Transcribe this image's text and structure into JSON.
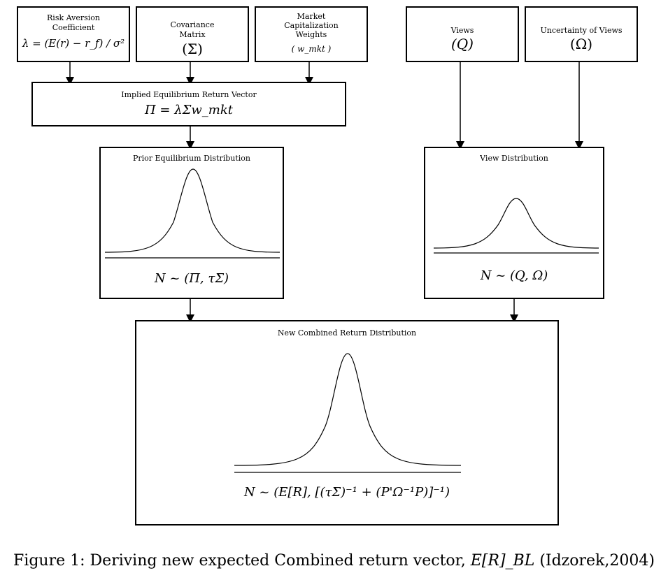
{
  "inputs": {
    "risk": {
      "title_line1": "Risk Aversion",
      "title_line2": "Coefficient",
      "formula": "λ = (E(r) − r_f) / σ²"
    },
    "covariance": {
      "title_line1": "Covariance",
      "title_line2": "Matrix",
      "symbol": "(Σ)"
    },
    "market": {
      "title_line1": "Market",
      "title_line2": "Capitalization",
      "title_line3": "Weights",
      "symbol": "( w_mkt )"
    },
    "views": {
      "title": "Views",
      "symbol": "(Q)"
    },
    "uncertainty": {
      "title": "Uncertainty of Views",
      "symbol": "(Ω)"
    }
  },
  "implied": {
    "title": "Implied Equilibrium Return Vector",
    "formula": "Π = λΣw_mkt"
  },
  "prior": {
    "title": "Prior Equilibrium Distribution",
    "formula": "N ~ (Π, τΣ)"
  },
  "view_dist": {
    "title": "View Distribution",
    "formula": "N ~ (Q, Ω)"
  },
  "combined": {
    "title": "New Combined Return Distribution",
    "formula": "N ~ (E[R], [(τΣ)⁻¹ + (P'Ω⁻¹P)]⁻¹)"
  },
  "caption": {
    "prefix": "Figure 1: Deriving new expected Combined return vector, ",
    "math": "E[R]_BL",
    "suffix": " (Idzorek,2004)"
  }
}
